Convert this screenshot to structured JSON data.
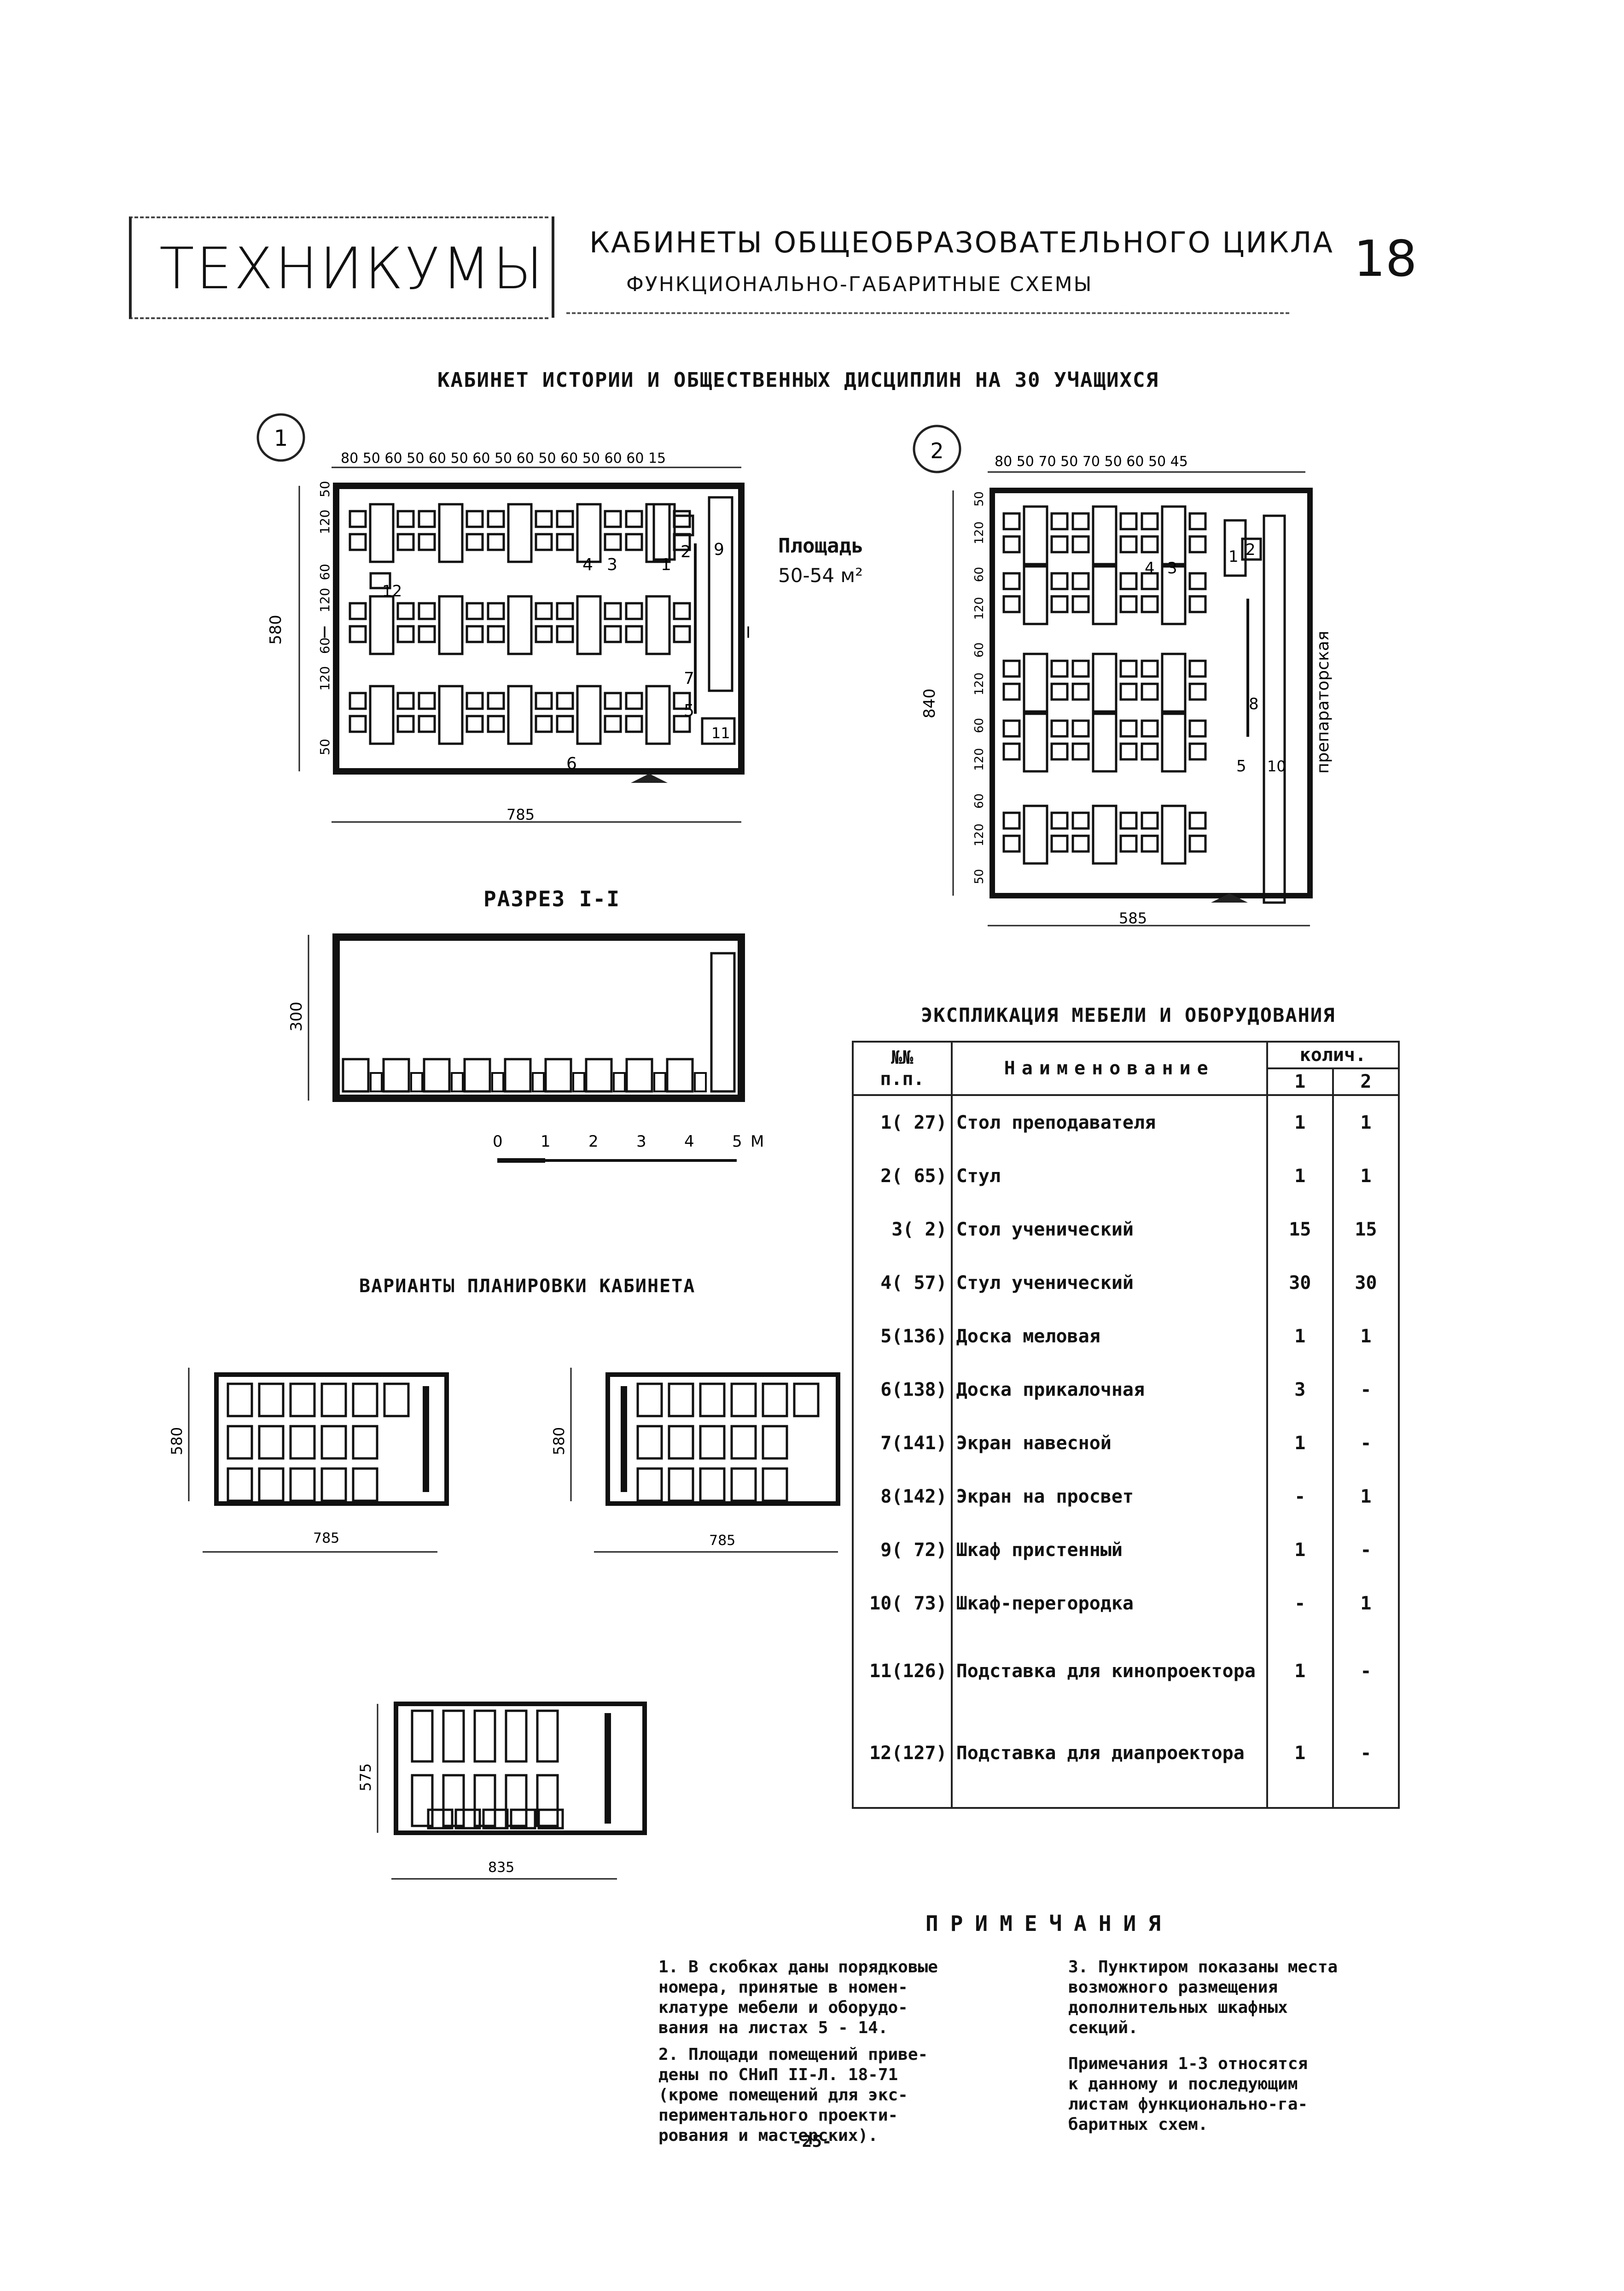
{
  "header": {
    "series": "ТЕХНИКУМЫ",
    "title_line1": "КАБИНЕТЫ ОБЩЕОБРАЗОВАТЕЛЬНОГО ЦИКЛА",
    "title_line2": "ФУНКЦИОНАЛЬНО-ГАБАРИТНЫЕ СХЕМЫ",
    "sheet_number": "18"
  },
  "main_title": "КАБИНЕТ ИСТОРИИ И ОБЩЕСТВЕННЫХ ДИСЦИПЛИН НА 30 УЧАЩИХСЯ",
  "plan1": {
    "marker": "1",
    "top_dims": "80 50 60 50 60 50 60 50 60 50 60 50 60 60 15",
    "side_dims": [
      "50",
      "120",
      "60",
      "120",
      "60",
      "120",
      "50"
    ],
    "height": "580",
    "width": "785",
    "section_mark": "I",
    "labels": [
      "12",
      "4",
      "3",
      "1",
      "2",
      "9",
      "7",
      "5",
      "6",
      "11"
    ]
  },
  "area": {
    "label": "Площадь",
    "value": "50-54 м²"
  },
  "plan2": {
    "marker": "2",
    "top_dims": "80 50 70 50 70 50 60 50 45",
    "side_dims": [
      "50",
      "120",
      "60",
      "120",
      "60",
      "120",
      "60",
      "120",
      "60",
      "120",
      "50"
    ],
    "height": "840",
    "width": "585",
    "labels": [
      "4",
      "3",
      "1",
      "2",
      "8",
      "5",
      "10"
    ],
    "side_room": "препараторская"
  },
  "section": {
    "title": "РАЗРЕЗ I-I",
    "height": "300"
  },
  "scale": {
    "ticks": [
      "0",
      "1",
      "2",
      "3",
      "4",
      "5"
    ],
    "unit": "М"
  },
  "variants": {
    "title": "ВАРИАНТЫ ПЛАНИРОВКИ КАБИНЕТА",
    "v1": {
      "height": "580",
      "width": "785"
    },
    "v2": {
      "height": "580",
      "width": "785"
    },
    "v3": {
      "height": "575",
      "width": "835"
    }
  },
  "explication": {
    "title": "ЭКСПЛИКАЦИЯ МЕБЕЛИ И ОБОРУДОВАНИЯ",
    "col_num": "№№\nп.п.",
    "col_name": "Наименование",
    "col_qty": "колич.",
    "col_v1": "1",
    "col_v2": "2",
    "rows": [
      {
        "num": "1( 27)",
        "name": "Стол преподавателя",
        "q1": "1",
        "q2": "1"
      },
      {
        "num": "2( 65)",
        "name": "Стул",
        "q1": "1",
        "q2": "1"
      },
      {
        "num": "3( 2)",
        "name": "Стол ученический",
        "q1": "15",
        "q2": "15"
      },
      {
        "num": "4( 57)",
        "name": "Стул ученический",
        "q1": "30",
        "q2": "30"
      },
      {
        "num": "5(136)",
        "name": "Доска меловая",
        "q1": "1",
        "q2": "1"
      },
      {
        "num": "6(138)",
        "name": "Доска прикалочная",
        "q1": "3",
        "q2": "-"
      },
      {
        "num": "7(141)",
        "name": "Экран навесной",
        "q1": "1",
        "q2": "-"
      },
      {
        "num": "8(142)",
        "name": "Экран на просвет",
        "q1": "-",
        "q2": "1"
      },
      {
        "num": "9( 72)",
        "name": "Шкаф пристенный",
        "q1": "1",
        "q2": "-"
      },
      {
        "num": "10( 73)",
        "name": "Шкаф-перегородка",
        "q1": "-",
        "q2": "1"
      },
      {
        "num": "11(126)",
        "name": "Подставка для кинопроектора",
        "q1": "1",
        "q2": "-"
      },
      {
        "num": "12(127)",
        "name": "Подставка для диапроектора",
        "q1": "1",
        "q2": "-"
      }
    ]
  },
  "notes": {
    "title": "ПРИМЕЧАНИЯ",
    "n1": "1. В скобках даны порядковые\nномера, принятые в номен-\nклатуре мебели и оборудо-\nвания на листах 5 - 14.",
    "n2": "2. Площади помещений приве-\nдены по СНиП II-Л. 18-71\n(кроме помещений для экс-\nпериментального проекти-\nрования и мастерских).",
    "n3": "3. Пунктиром показаны места\nвозможного размещения\nдополнительных шкафных\nсекций.",
    "n4": "Примечания 1-3 относятся\nк данному и последующим\nлистам функционально-га-\nбаритных схем."
  },
  "page_number": "-25-"
}
